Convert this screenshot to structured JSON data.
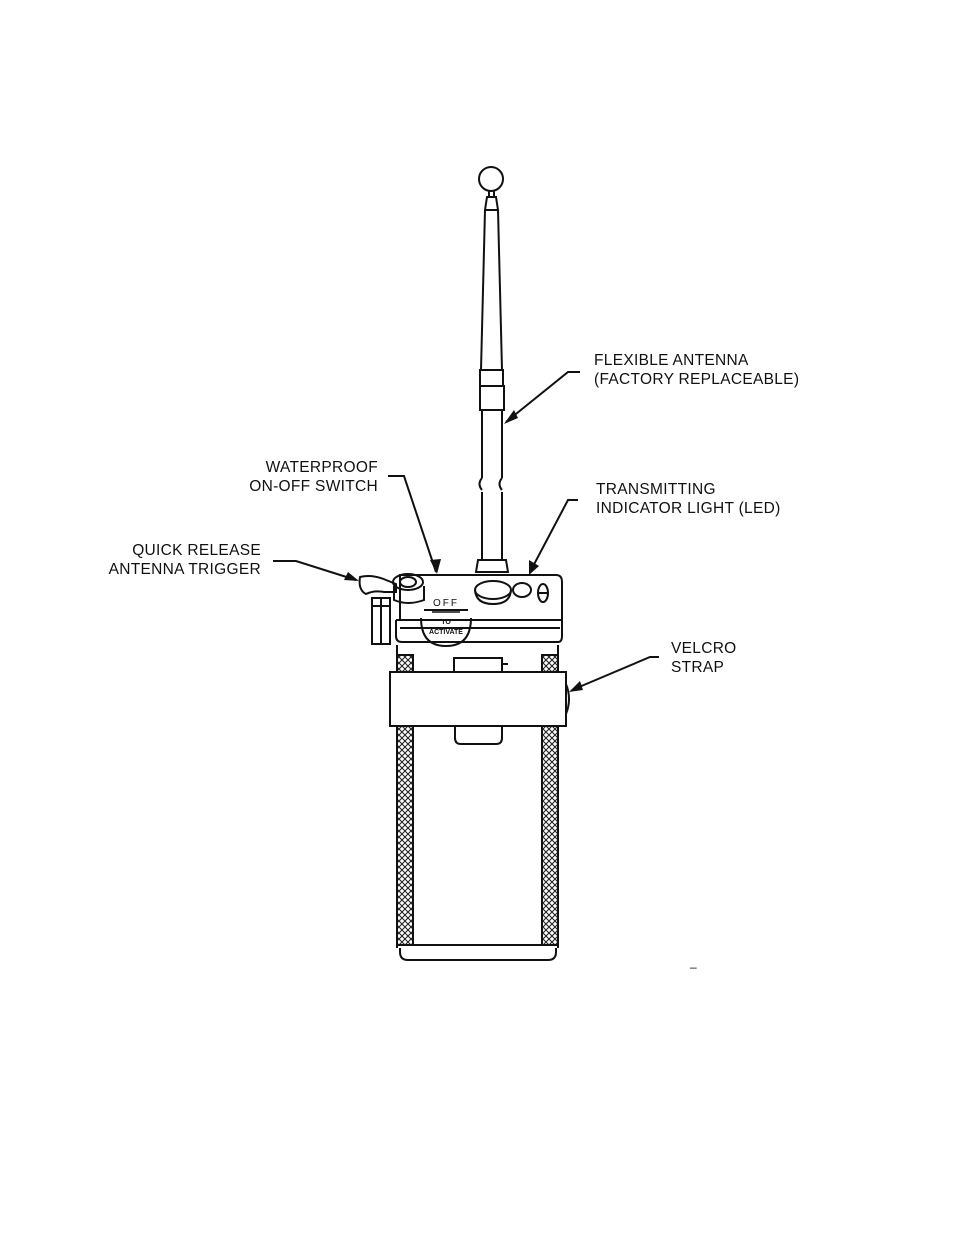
{
  "callouts": {
    "flexible_antenna": [
      "FLEXIBLE ANTENNA",
      "(FACTORY REPLACEABLE)"
    ],
    "waterproof_switch": [
      "WATERPROOF",
      "ON-OFF SWITCH"
    ],
    "transmitting_light": [
      "TRANSMITTING",
      "INDICATOR LIGHT (LED)"
    ],
    "quick_release": [
      "QUICK RELEASE",
      "ANTENNA TRIGGER"
    ],
    "velcro_strap": [
      "VELCRO",
      "STRAP"
    ]
  },
  "switch_face": {
    "off": "OFF",
    "to": "TO",
    "activate": "ACTIVATE"
  },
  "stray_mark": "–"
}
